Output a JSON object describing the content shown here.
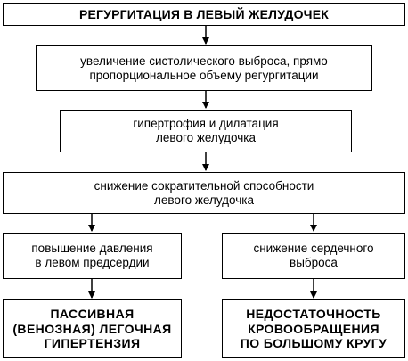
{
  "diagram": {
    "title": "РЕГУРГИТАЦИЯ В ЛЕВЫЙ ЖЕЛУДОЧЕК",
    "step1": {
      "line1": "увеличение систолического выброса, прямо",
      "line2": "пропорциональное объему регургитации"
    },
    "step2": {
      "line1": "гипертрофия и дилатация",
      "line2": "левого желудочка"
    },
    "step3": {
      "line1": "снижение сократительной способности",
      "line2": "левого желудочка"
    },
    "left_branch": {
      "line1": "повышение давления",
      "line2": "в левом предсердии"
    },
    "right_branch": {
      "line1": "снижение сердечного",
      "line2": "выброса"
    },
    "left_outcome": {
      "line1": "ПАССИВНАЯ",
      "line2": "(ВЕНОЗНАЯ) ЛЕГОЧНАЯ",
      "line3": "ГИПЕРТЕНЗИЯ"
    },
    "right_outcome": {
      "line1": "НЕДОСТАТОЧНОСТЬ",
      "line2": "КРОВООБРАЩЕНИЯ",
      "line3": "ПО БОЛЬШОМУ КРУГУ"
    }
  }
}
